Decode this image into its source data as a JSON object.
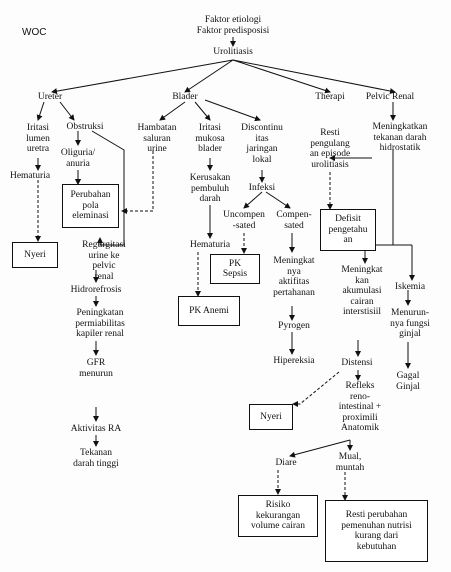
{
  "title": "WOC",
  "nodes": {
    "etiologi": "Faktor etiologi\nFaktor predisposisi",
    "urolitiasis": "Urolitiasis",
    "ureter": "Ureter",
    "blader": "Blader",
    "therapi": "Therapi",
    "pelvic": "Pelvic Renal",
    "iritasi_uretra": "Iritasi\nlumen\nuretra",
    "obstruksi": "Obstruksi",
    "oliguria": "Oliguria/\nanuria",
    "hematuria1": "Hematuria",
    "hambatan": "Hambatan\nsaluran\nurine",
    "iritasi_mukosa": "Iritasi\nmukosa\nblader",
    "discontinuitas": "Discontinu\nitas\njaringan\nlokal",
    "kerusakan": "Kerusakan\npembuluh\ndarah",
    "infeksi": "Infeksi",
    "uncompensated": "Uncompen\n-sated",
    "compensated": "Compen-\nsated",
    "hematuria2": "Hematuria",
    "meningkat_aktif": "Meningkat\nnya\naktifitas\npertahanan",
    "pirogen": "Pyrogen",
    "hipereksia": "Hipereksia",
    "resti_pengulangan": "Resti\npengulang\nan episode\nurolitiasis",
    "meningkatkan_tekanan": "Meningkatkan\ntekanan darah\nhidrostatik",
    "meningkat_akumulasi": "Meningkat\nkan\nakumulasi\ncairan\ninterstisiil",
    "iskemia": "Iskemia",
    "menurun_fungsi": "Menurun-\nnya fungsi\nginjal",
    "gagal": "Gagal\nGinjal",
    "distensi": "Distensi",
    "refleks": "Refleks\nreno-\nintestinal +\nproximili\nAnatomik",
    "diare": "Diare",
    "mual": "Mual,\nmuntah",
    "regurgitasi": "Regurgitasi\nurine ke\npelvic\nrenal",
    "hidroefrosis": "Hidrorefrosis",
    "peningkatan_perm": "Peningkatan\npermiabilitas\nkapiler renal",
    "gfr": "GFR\nmenurun",
    "aktivitas_ra": "Aktivitas RA",
    "tekanan_darah": "Tekanan\ndarah tinggi"
  },
  "boxes": {
    "perubahan_pola": "Perubahan\npola\neleminasi",
    "nyeri1": "Nyeri",
    "pk_sepsis": "PK\nSepsis",
    "pk_anemi": "PK Anemi",
    "defisit": "Defisit\npengetahu\nan",
    "nyeri2": "Nyeri",
    "risiko_kekurangan": "Risiko\nkekurangan\nvolume cairan",
    "resti_perubahan": "Resti perubahan\npemenuhan nutrisi\nkurang dari\nkebutuhan"
  }
}
